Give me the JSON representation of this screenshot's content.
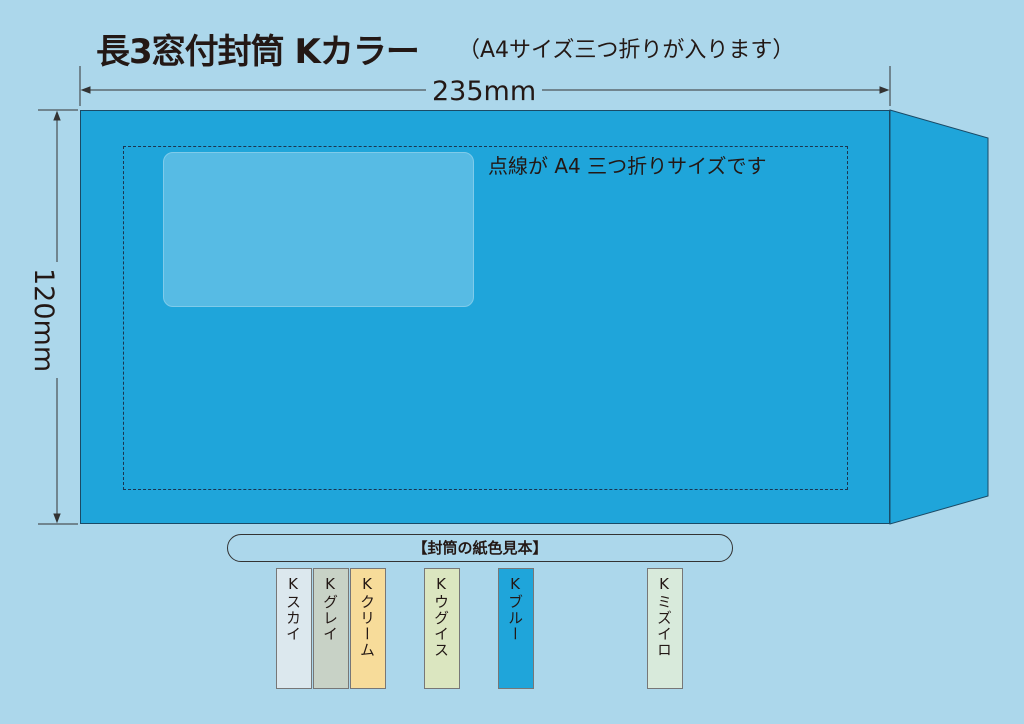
{
  "title": "長3窓付封筒 Kカラー",
  "subtitle": "（A4サイズ三つ折りが入ります）",
  "dimensions": {
    "width": "235mm",
    "height": "120mm"
  },
  "dashed_label": "点線が A4 三つ折りサイズです",
  "legend_title": "【封筒の紙色見本】",
  "colors": {
    "background": "#acd7eb",
    "envelope": "#1fa5da",
    "window": "#57bbe4"
  },
  "swatches": [
    {
      "label": "Kスカイ",
      "color": "#dce8ee"
    },
    {
      "label": "Kグレイ",
      "color": "#c8d2c6"
    },
    {
      "label": "Kクリーム",
      "color": "#f7dc9a"
    },
    {
      "label": "Kウグイス",
      "color": "#dbe6c0"
    },
    {
      "label": "Kブルー",
      "color": "#1fa5da"
    },
    {
      "label": "Kミズイロ",
      "color": "#d8eadb"
    }
  ]
}
